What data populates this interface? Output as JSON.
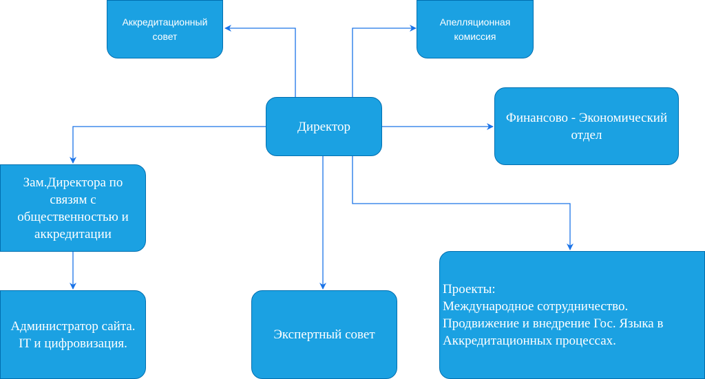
{
  "nodes": {
    "accreditation_council": "Аккредитационный\nсовет",
    "appeal_commission": "Апелляционная\nкомиссия",
    "director": "Директор",
    "finance_department": "Финансово - Экономический\nотдел",
    "deputy_director": "Зам.Директора по\nсвязям с\nобщественностью и\nаккредитации",
    "site_administrator": "Администратор сайта.\nIT и цифровизация.",
    "expert_council": "Экспертный совет",
    "projects": "Проекты:\nМеждународное сотрудничество.\nПродвижение и внедрение Гос. Языка в\nАккредитационных процессах."
  },
  "colors": {
    "node_fill": "#1ba1e2",
    "node_border": "#006eaf",
    "edge": "#1a73e8",
    "text": "#ffffff"
  }
}
